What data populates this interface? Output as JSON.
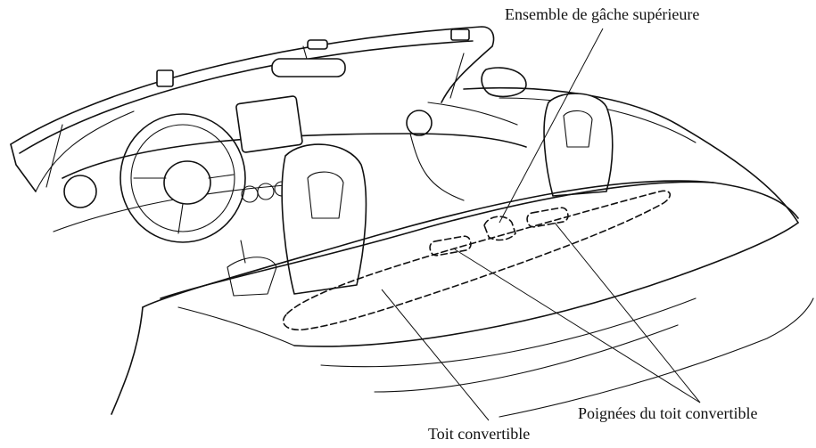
{
  "labels": {
    "upper_latch": "Ensemble de gâche supérieure",
    "handles": "Poignées du toit convertible",
    "roof": "Toit convertible"
  },
  "colors": {
    "line": "#111111",
    "background": "#ffffff"
  }
}
